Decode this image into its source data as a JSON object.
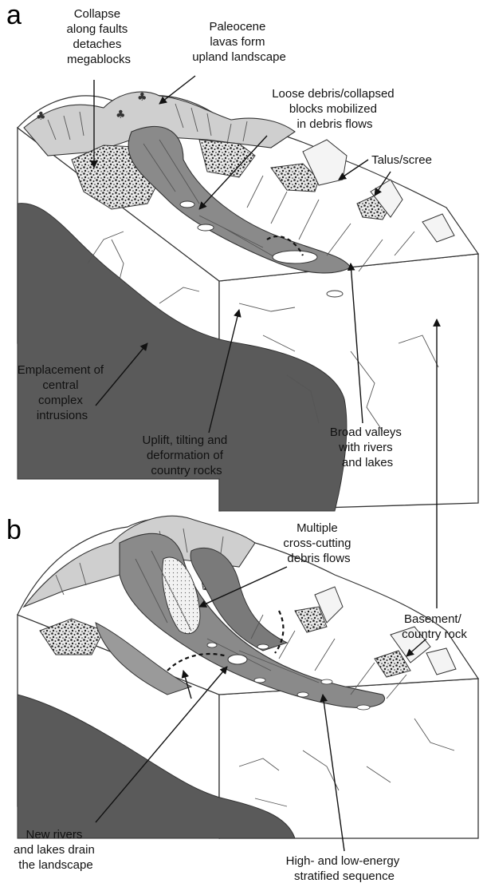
{
  "figure": {
    "panels": [
      {
        "letter": "a",
        "labels": [
          {
            "id": "collapse",
            "lines": [
              "Collapse",
              "along faults",
              "detaches",
              "megablocks"
            ]
          },
          {
            "id": "paleocene",
            "lines": [
              "Paleocene",
              "lavas form",
              "upland landscape"
            ]
          },
          {
            "id": "loose-debris",
            "lines": [
              "Loose debris/collapsed",
              "blocks mobilized",
              "in debris flows"
            ]
          },
          {
            "id": "talus",
            "lines": [
              "Talus/scree"
            ]
          },
          {
            "id": "emplacement",
            "lines": [
              "Emplacement of",
              "central",
              "complex",
              "intrusions"
            ]
          },
          {
            "id": "uplift",
            "lines": [
              "Uplift, tilting and",
              "deformation of",
              "country rocks"
            ]
          },
          {
            "id": "broad-valleys",
            "lines": [
              "Broad valleys",
              "with rivers",
              "and lakes"
            ]
          }
        ]
      },
      {
        "letter": "b",
        "labels": [
          {
            "id": "multiple",
            "lines": [
              "Multiple",
              "cross-cutting",
              "debris flows"
            ]
          },
          {
            "id": "basement",
            "lines": [
              "Basement/",
              "country rock"
            ]
          },
          {
            "id": "new-rivers",
            "lines": [
              "New rivers",
              "and lakes drain",
              "the landscape"
            ]
          },
          {
            "id": "high-low",
            "lines": [
              "High- and low-energy",
              "stratified sequence"
            ]
          }
        ]
      }
    ],
    "colors": {
      "lava": "#cfcfcf",
      "intrusion": "#5a5a5a",
      "debris_flow": "#8a8a8a",
      "block": "#ffffff",
      "outline": "#333333"
    }
  }
}
